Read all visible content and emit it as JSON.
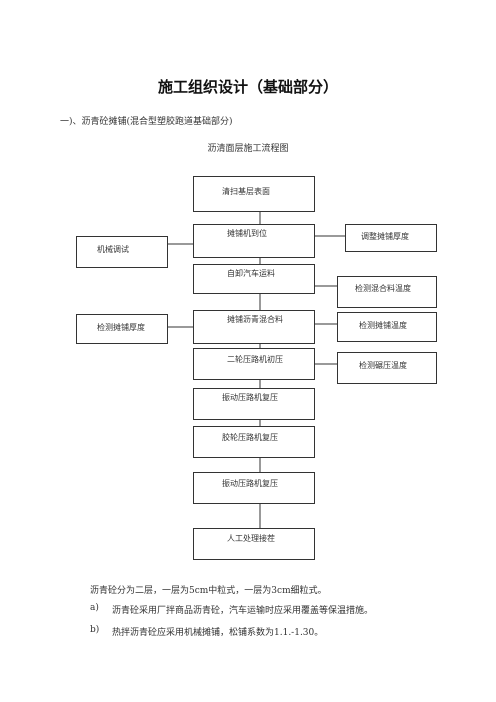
{
  "document": {
    "title": "施工组织设计（基础部分）",
    "section_heading": "一)、沥青砼摊铺(混合型塑胶跑道基础部分)",
    "flowchart_title": "沥清面层施工流程图"
  },
  "flowchart": {
    "main_steps": [
      "清扫基层表面",
      "摊铺机到位",
      "自卸汽车运料",
      "摊铺沥青混合料",
      "二轮压路机初压",
      "振动压路机复压",
      "胶轮压路机复压",
      "振动压路机复压",
      "人工处理接茬"
    ],
    "left_steps": [
      "机械调试",
      "检测摊铺厚度"
    ],
    "right_steps": [
      "调整摊铺厚度",
      "检测混合料温度",
      "检测摊铺温度",
      "检测碾压温度"
    ]
  },
  "body_text": {
    "intro": "沥青砼分为二层，一层为5cm中粒式，一层为3cm细粒式。",
    "items": [
      {
        "label": "a)",
        "text": "沥青砼采用厂拌商品沥青砼，汽车运输时应采用覆盖等保温措施。"
      },
      {
        "label": "b)",
        "text": "热拌沥青砼应采用机械摊铺，松铺系数为1.1.-1.30。"
      }
    ]
  }
}
